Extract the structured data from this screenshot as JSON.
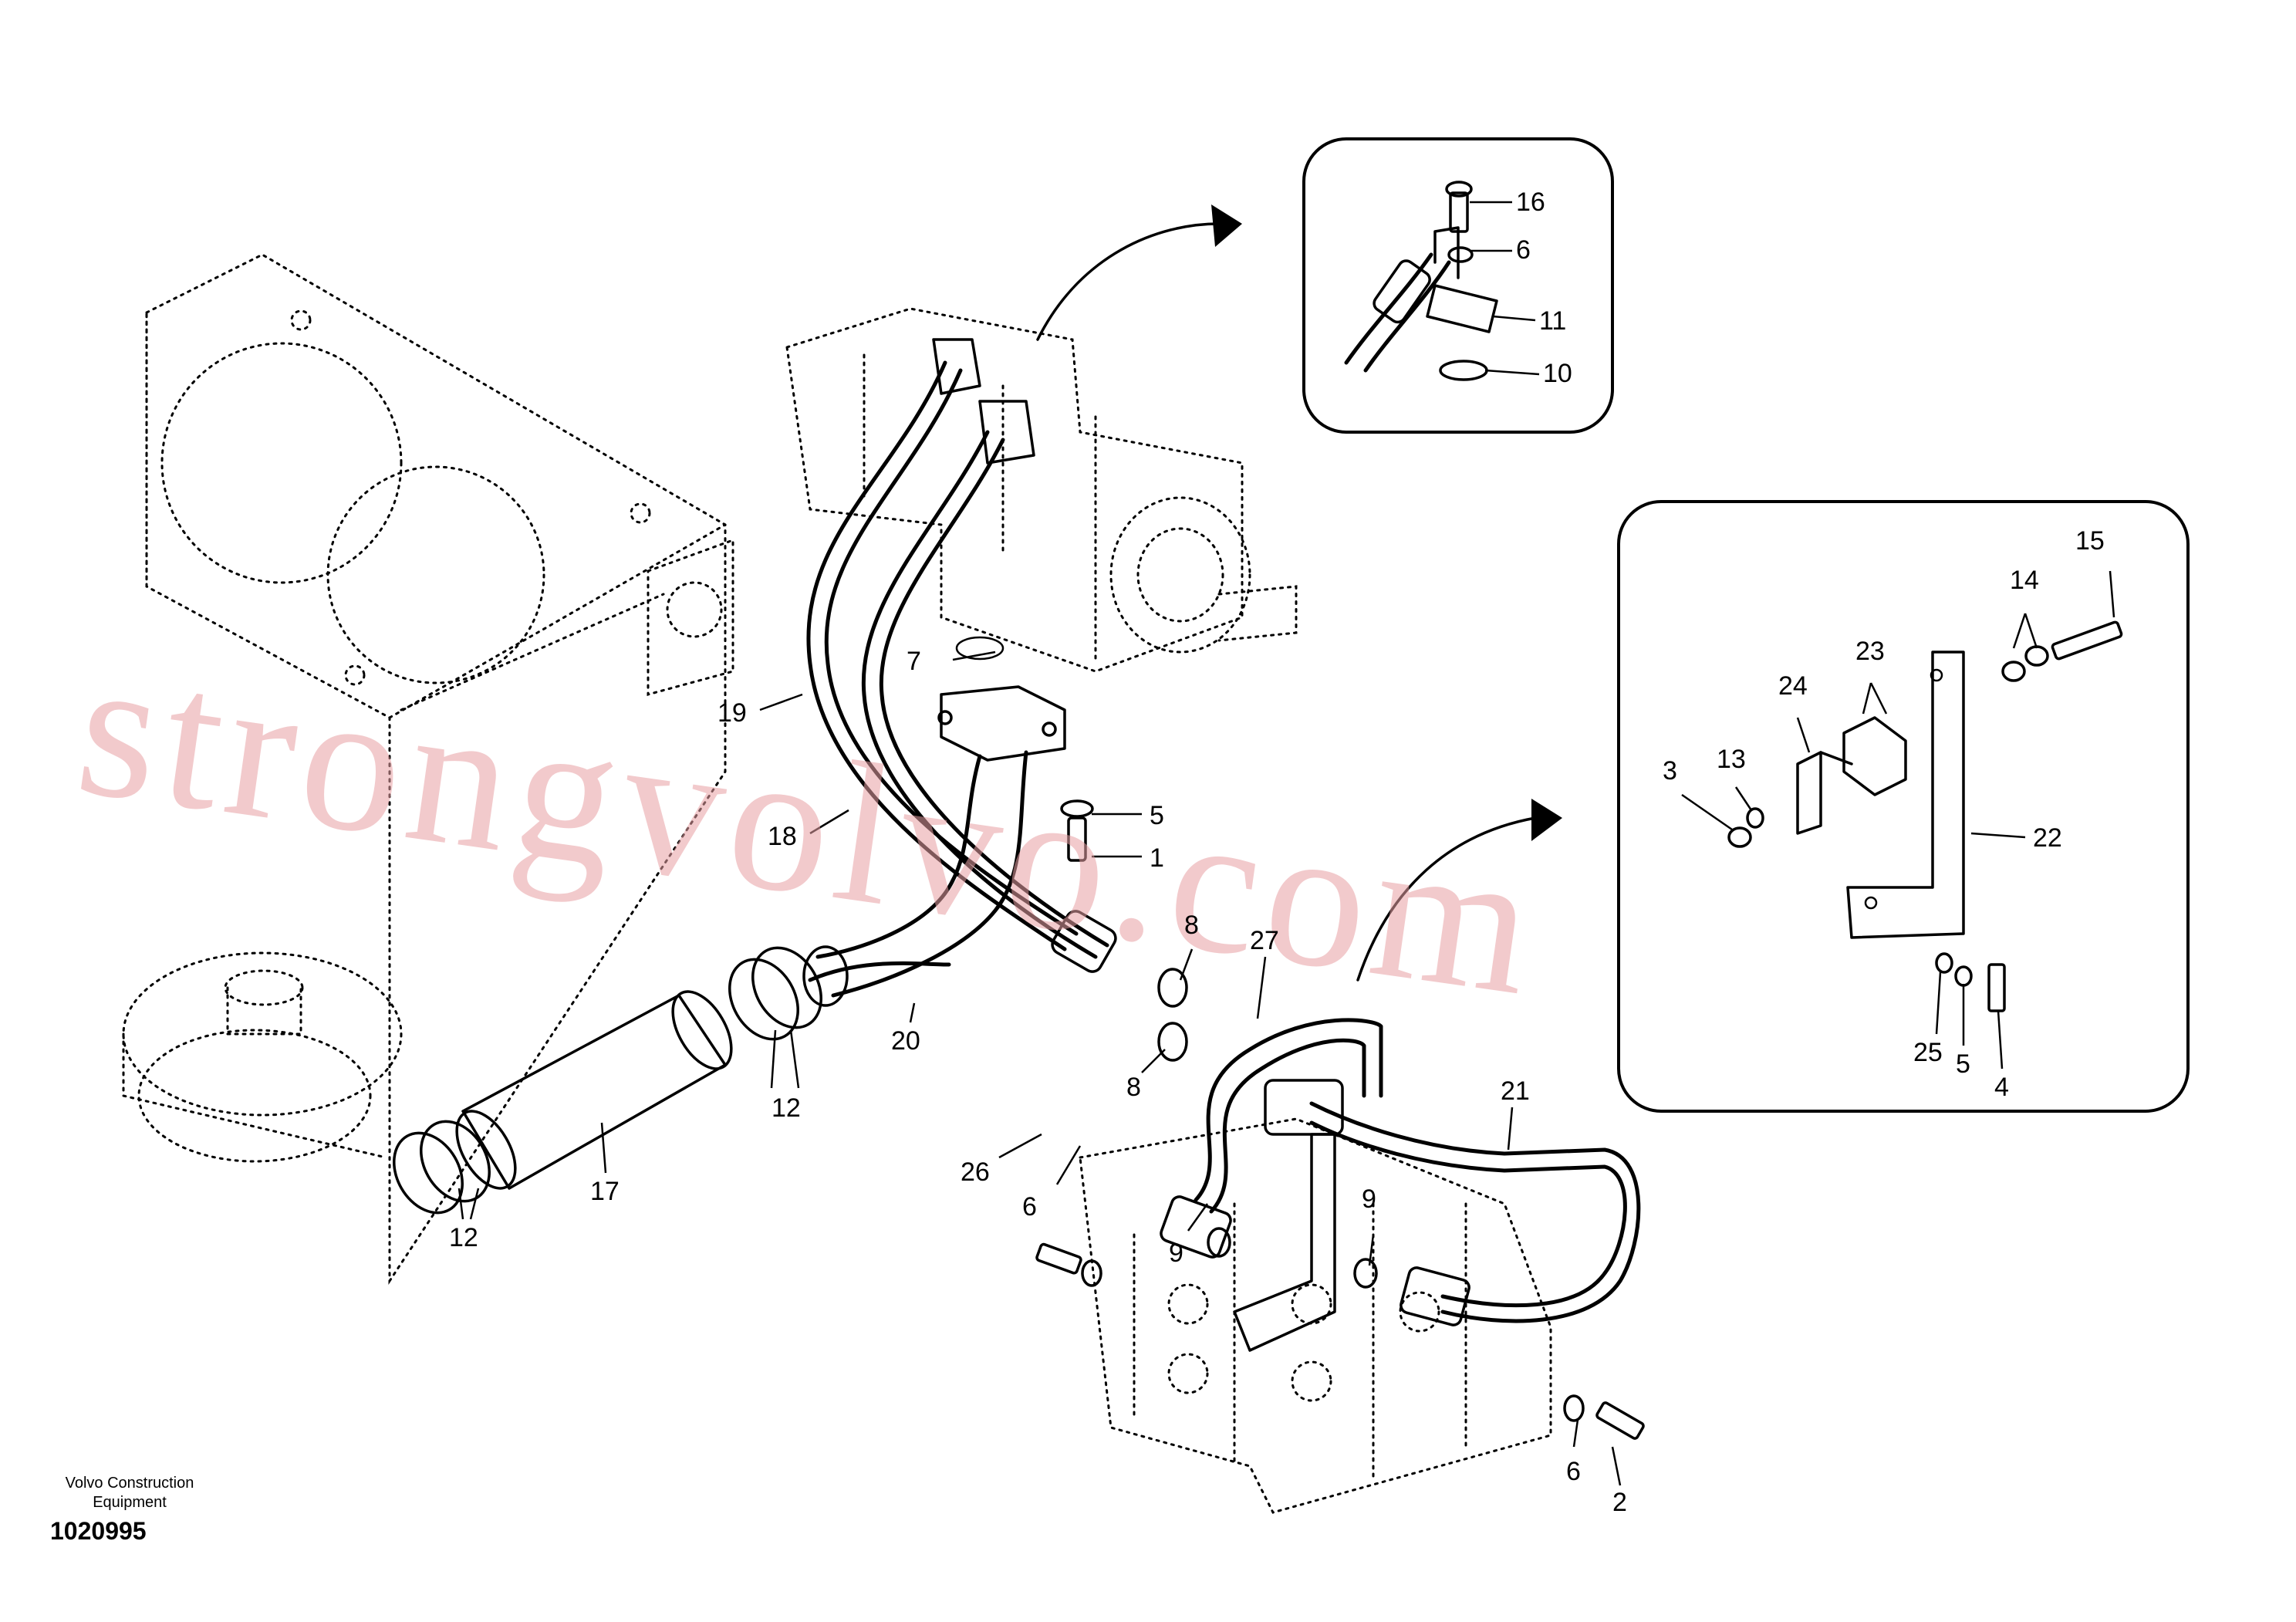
{
  "watermark": {
    "text": "strongvolvo.com"
  },
  "footer": {
    "company_line1": "Volvo Construction",
    "company_line2": "Equipment",
    "doc_number": "1020995"
  },
  "callouts": {
    "c16": "16",
    "c6a": "6",
    "c11": "11",
    "c10": "10",
    "c15": "15",
    "c14": "14",
    "c23": "23",
    "c24": "24",
    "c13": "13",
    "c3": "3",
    "c22": "22",
    "c25": "25",
    "c5b": "5",
    "c4": "4",
    "c19": "19",
    "c7": "7",
    "c5a": "5",
    "c1": "1",
    "c18": "18",
    "c8a": "8",
    "c8b": "8",
    "c27": "27",
    "c20": "20",
    "c21": "21",
    "c12a": "12",
    "c12b": "12",
    "c17": "17",
    "c26": "26",
    "c6b": "6",
    "c9a": "9",
    "c9b": "9",
    "c6c": "6",
    "c2": "2"
  }
}
